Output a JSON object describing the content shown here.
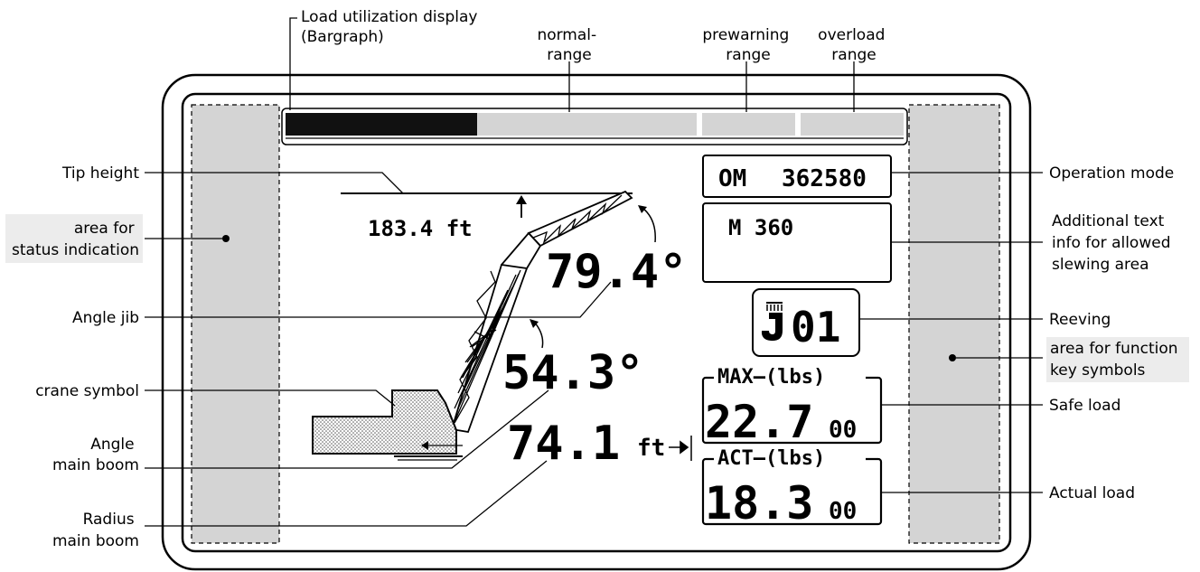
{
  "callouts": {
    "load_utilization": [
      "Load utilization display",
      "(Bargraph)"
    ],
    "normal_range": [
      "normal-",
      "range"
    ],
    "prewarning_range": [
      "prewarning",
      "range"
    ],
    "overload_range": [
      "overload",
      "range"
    ],
    "tip_height": "Tip height",
    "status_area": [
      "area for",
      "status indication"
    ],
    "angle_jib": "Angle jib",
    "crane_symbol": "crane symbol",
    "angle_main_boom": [
      "Angle",
      "main boom"
    ],
    "radius_main_boom": [
      "Radius",
      "main boom"
    ],
    "operation_mode": "Operation mode",
    "additional_text": [
      "Additional text",
      "info for allowed",
      "slewing area"
    ],
    "reeving": "Reeving",
    "function_area": [
      "area for function",
      "key symbols"
    ],
    "safe_load": "Safe load",
    "actual_load": "Actual load"
  },
  "display": {
    "tip_height": "183.4 ft",
    "jib_angle": "79.4°",
    "boom_angle": "54.3°",
    "radius_value": "74.1",
    "radius_unit": "ft",
    "op_mode_code": "OM",
    "op_mode_value": "362580",
    "slew_info": "M 360",
    "reeving_value": "01",
    "safe_load_label": "MAX—(lbs)",
    "safe_load_main": "22.7",
    "safe_load_small": "00",
    "actual_load_label": "ACT—(lbs)",
    "actual_load_main": "18.3",
    "actual_load_small": "00"
  },
  "bargraph": {
    "utilization": 0.31
  },
  "colors": {
    "panel_gray": "#d4d4d4",
    "bar_fill": "#111111",
    "label_bg": "#ececec"
  }
}
